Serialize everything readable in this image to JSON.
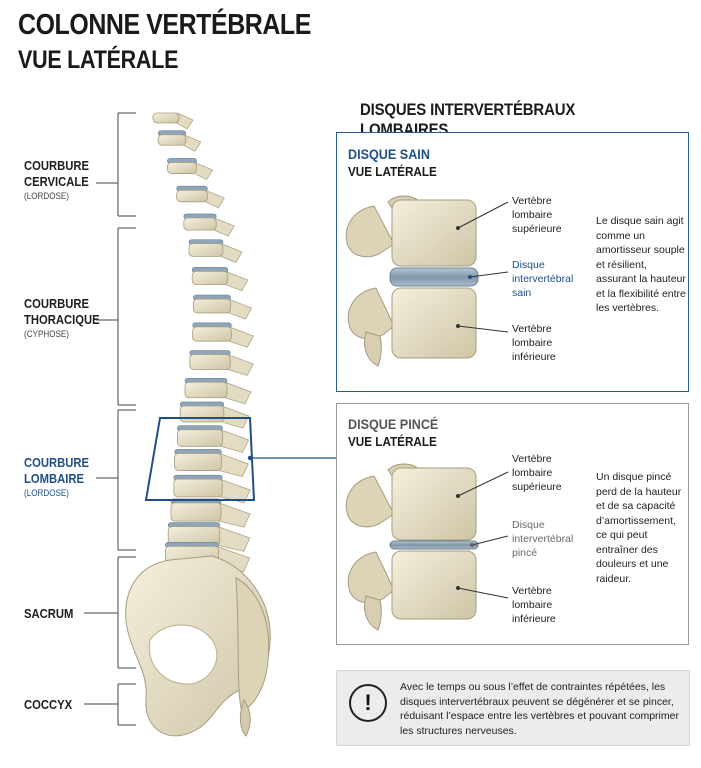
{
  "header": {
    "title": "COLONNE VERTÉBRALE",
    "subtitle": "VUE LATÉRALE"
  },
  "regions": [
    {
      "name": "COURBURE\nCERVICALE",
      "sub": "(LORDOSE)"
    },
    {
      "name": "COURBURE\nTHORACIQUE",
      "sub": "(CYPHOSE)"
    },
    {
      "name": "COURBURE\nLOMBAIRE",
      "sub": "(LORDOSE)"
    },
    {
      "name": "SACRUM",
      "sub": ""
    },
    {
      "name": "COCCYX",
      "sub": ""
    }
  ],
  "discs": {
    "heading": "DISQUES INTERVERTÉBRAUX LOMBAIRES",
    "healthy": {
      "title": "DISQUE SAIN",
      "subtitle": "VUE LATÉRALE",
      "label_upper": "Vertèbre\nlombaire\nsupérieure",
      "label_disc": "Disque\nintervertébral\nsain",
      "label_lower": "Vertèbre\nlombaire\ninférieure",
      "description": "Le disque sain agit comme un amortisseur souple et résilient, assurant la hauteur et la flexibilité entre les vertèbres."
    },
    "pinched": {
      "title": "DISQUE PINCÉ",
      "subtitle": "VUE LATÉRALE",
      "label_upper": "Vertèbre\nlombaire\nsupérieure",
      "label_disc": "Disque\nintervertébral\npincé",
      "label_lower": "Vertèbre\nlombaire\ninférieure",
      "description": "Un disque pincé perd de la hauteur et de sa capacité d’amortissement, ce qui peut entraîner des douleurs et une raideur."
    }
  },
  "note": {
    "icon": "exclamation-icon",
    "symbol": "!",
    "text": "Avec le temps ou sous l’effet de contraintes répétées, les disques intervertébraux peuvent se dégénérer et se pincer, réduisant l’espace entre les vertèbres et pouvant comprimer les structures nerveuses."
  },
  "colors": {
    "accent_blue": "#1f4f86",
    "bone": "#e9e2cc",
    "disc": "#8fa6b8",
    "note_bg": "#ececec"
  }
}
